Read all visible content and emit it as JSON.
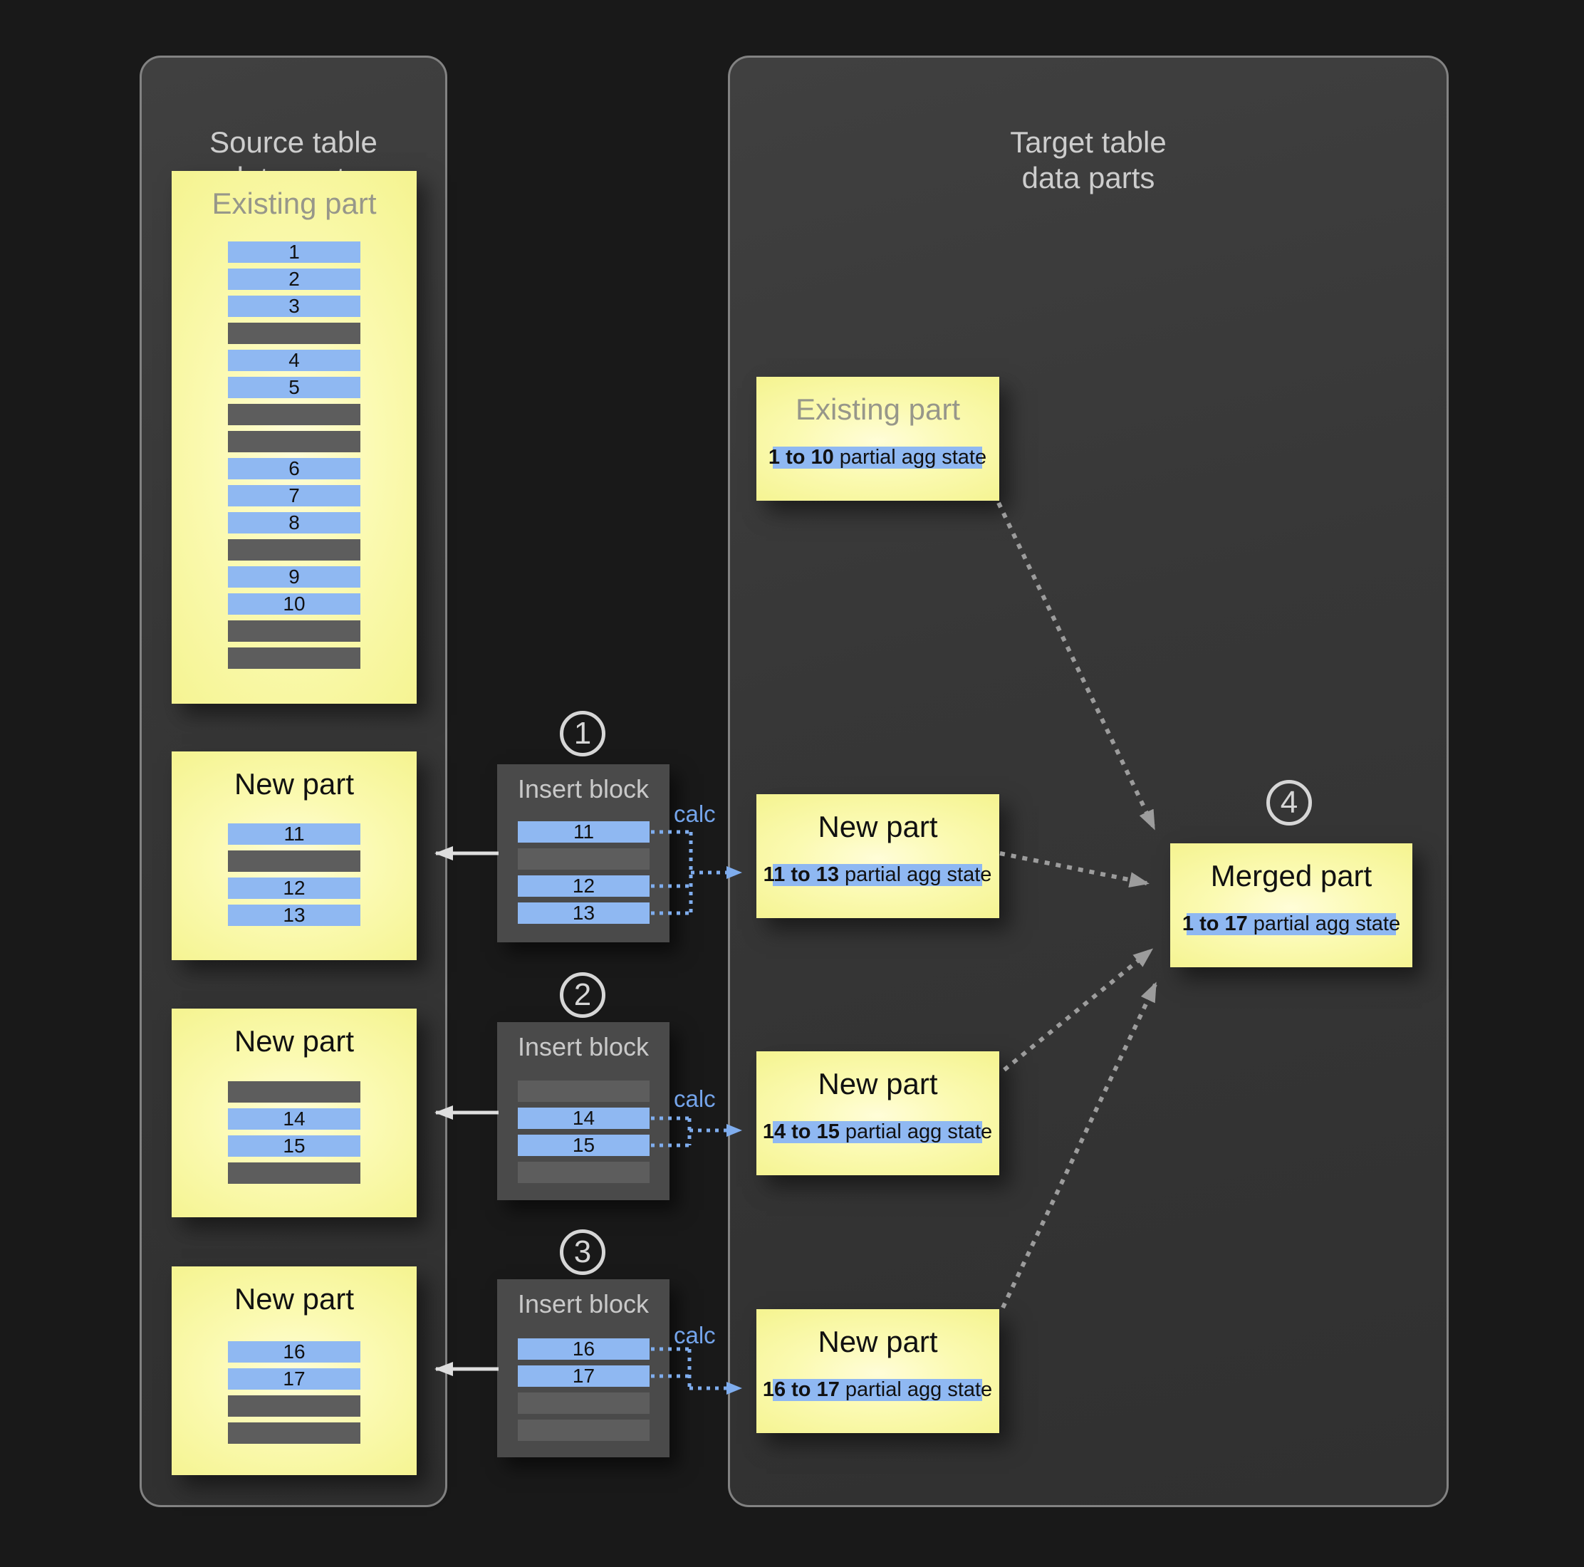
{
  "source_panel": {
    "header_lines": [
      "Source table",
      "data parts"
    ],
    "parts": [
      {
        "title": "Existing part",
        "rows": [
          "1",
          "2",
          "3",
          "",
          "4",
          "5",
          "",
          "",
          "6",
          "7",
          "8",
          "",
          "9",
          "10",
          "",
          ""
        ]
      },
      {
        "title": "New part",
        "rows": [
          "11",
          "",
          "12",
          "13"
        ]
      },
      {
        "title": "New part",
        "rows": [
          "",
          "14",
          "15",
          ""
        ]
      },
      {
        "title": "New part",
        "rows": [
          "16",
          "17",
          "",
          ""
        ]
      }
    ]
  },
  "insert_blocks": [
    {
      "step": "1",
      "title": "Insert block",
      "calc": "calc",
      "rows": [
        "11",
        "",
        "12",
        "13"
      ]
    },
    {
      "step": "2",
      "title": "Insert block",
      "calc": "calc",
      "rows": [
        "",
        "14",
        "15",
        ""
      ]
    },
    {
      "step": "3",
      "title": "Insert block",
      "calc": "calc",
      "rows": [
        "16",
        "17",
        "",
        ""
      ]
    }
  ],
  "target_panel": {
    "header_lines": [
      "Target table",
      "data parts"
    ],
    "parts": [
      {
        "title": "Existing part",
        "agg_bold": "1 to 10",
        "agg_rest": "partial agg state"
      },
      {
        "title": "New part",
        "agg_bold": "11 to 13",
        "agg_rest": "partial agg state"
      },
      {
        "title": "New part",
        "agg_bold": "14 to 15",
        "agg_rest": "partial agg state"
      },
      {
        "title": "New part",
        "agg_bold": "16 to 17",
        "agg_rest": "partial agg state"
      }
    ],
    "merged": {
      "step": "4",
      "title": "Merged part",
      "agg_bold": "1 to 17",
      "agg_rest": "partial agg state"
    }
  },
  "colors": {
    "background": "#191919",
    "panel_background": "#373737",
    "panel_border": "#828282",
    "part_yellow": "#f8f89e",
    "row_blue": "#8fb8f2",
    "row_gray": "#5d5d5d",
    "insert_block_bg": "#4a4a4a",
    "calc_blue": "#74a4ea",
    "dotted_blue_arrow": "#7fadee",
    "dotted_gray_arrow": "#9c9c9c",
    "white_arrow": "#dedede",
    "gray_title": "#97978a"
  }
}
